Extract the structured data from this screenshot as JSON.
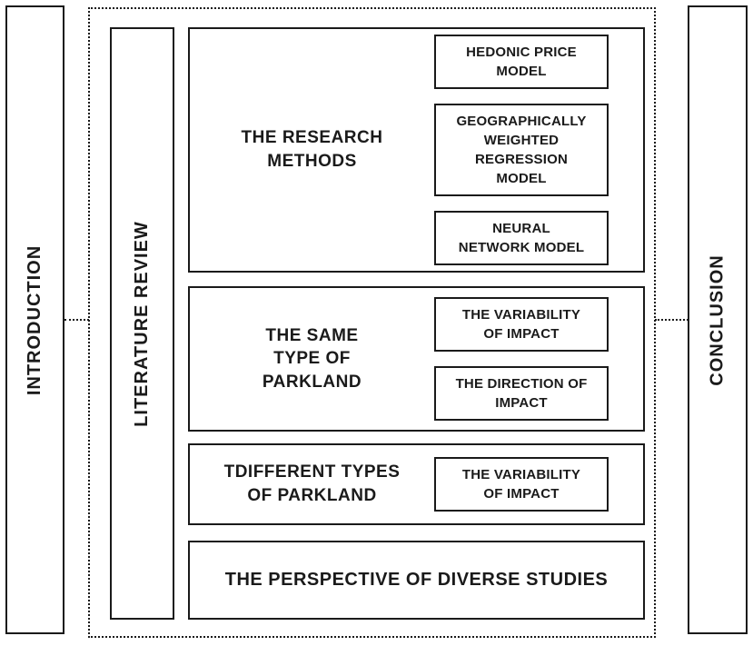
{
  "colors": {
    "border": "#1a1a1a",
    "background": "#ffffff",
    "text": "#1a1a1a"
  },
  "left_panel": {
    "label": "INTRODUCTION"
  },
  "literature_panel": {
    "label": "LITERATURE REVIEW"
  },
  "right_panel": {
    "label": "CONCLUSION"
  },
  "sections": [
    {
      "title": "THE RESEARCH METHODS",
      "items": [
        "HEDONIC PRICE MODEL",
        "GEOGRAPHICALLY WEIGHTED REGRESSION MODEL",
        "NEURAL NETWORK MODEL"
      ]
    },
    {
      "title": "THE SAME TYPE OF PARKLAND",
      "items": [
        "THE VARIABILITY OF IMPACT",
        "THE DIRECTION OF IMPACT"
      ]
    },
    {
      "title": "TDIFFERENT  TYPES OF PARKLAND",
      "items": [
        "THE VARIABILITY OF IMPACT"
      ]
    },
    {
      "title": "THE PERSPECTIVE OF DIVERSE STUDIES",
      "items": []
    }
  ]
}
